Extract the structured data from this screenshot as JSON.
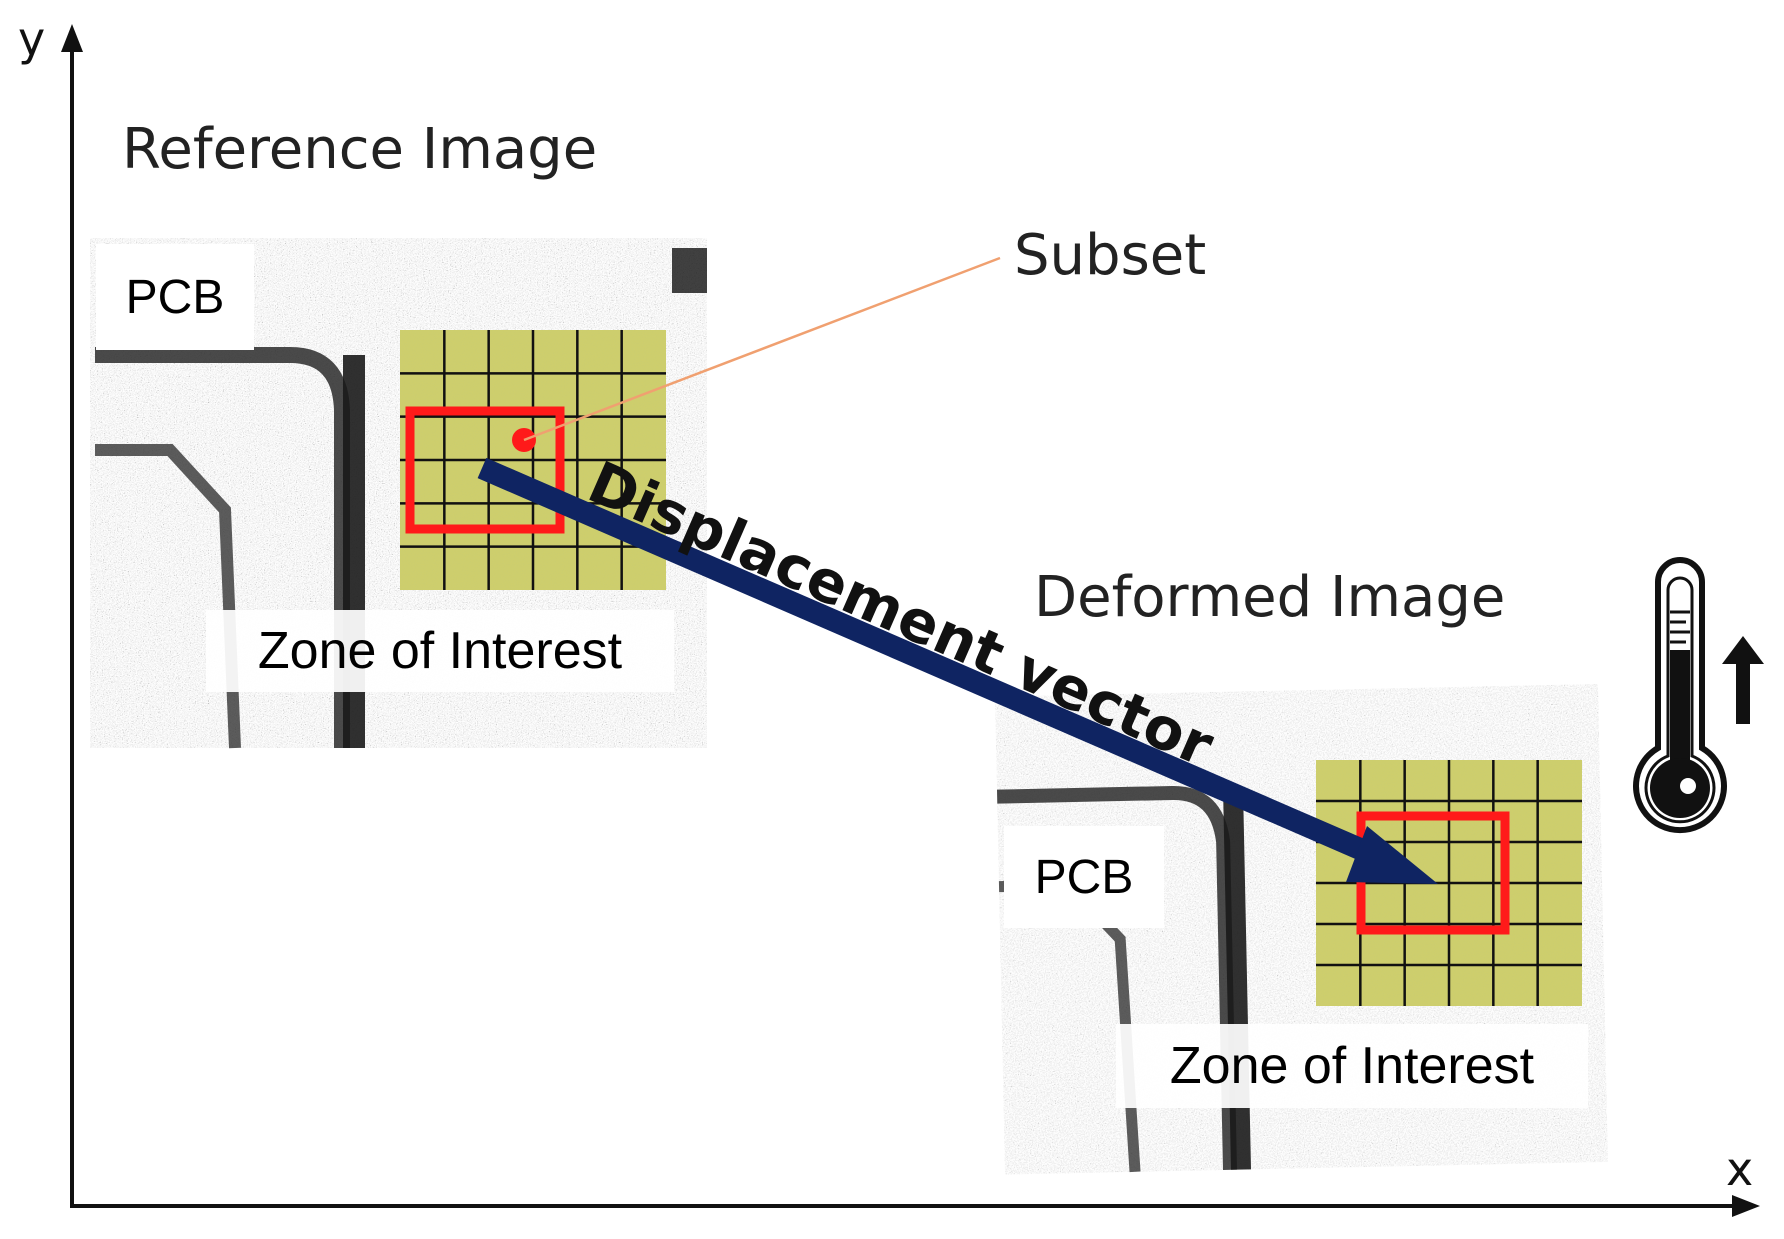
{
  "axes": {
    "y_label": "y",
    "x_label": "x"
  },
  "reference": {
    "title": "Reference Image",
    "pcb_label": "PCB",
    "zone_label": "Zone of Interest"
  },
  "deformed": {
    "title": "Deformed Image",
    "pcb_label": "PCB",
    "zone_label": "Zone of Interest"
  },
  "subset_label": "Subset",
  "vector_label": "Displacement vector",
  "icons": {
    "thermometer": "thermometer-icon",
    "temperature_rise": "up-arrow-icon"
  },
  "colors": {
    "grid_fill": "#cfd06a",
    "grid_line": "#111111",
    "subset_box": "#ff1a1a",
    "vector": "#0f2462",
    "leader_line": "#f0a070"
  }
}
